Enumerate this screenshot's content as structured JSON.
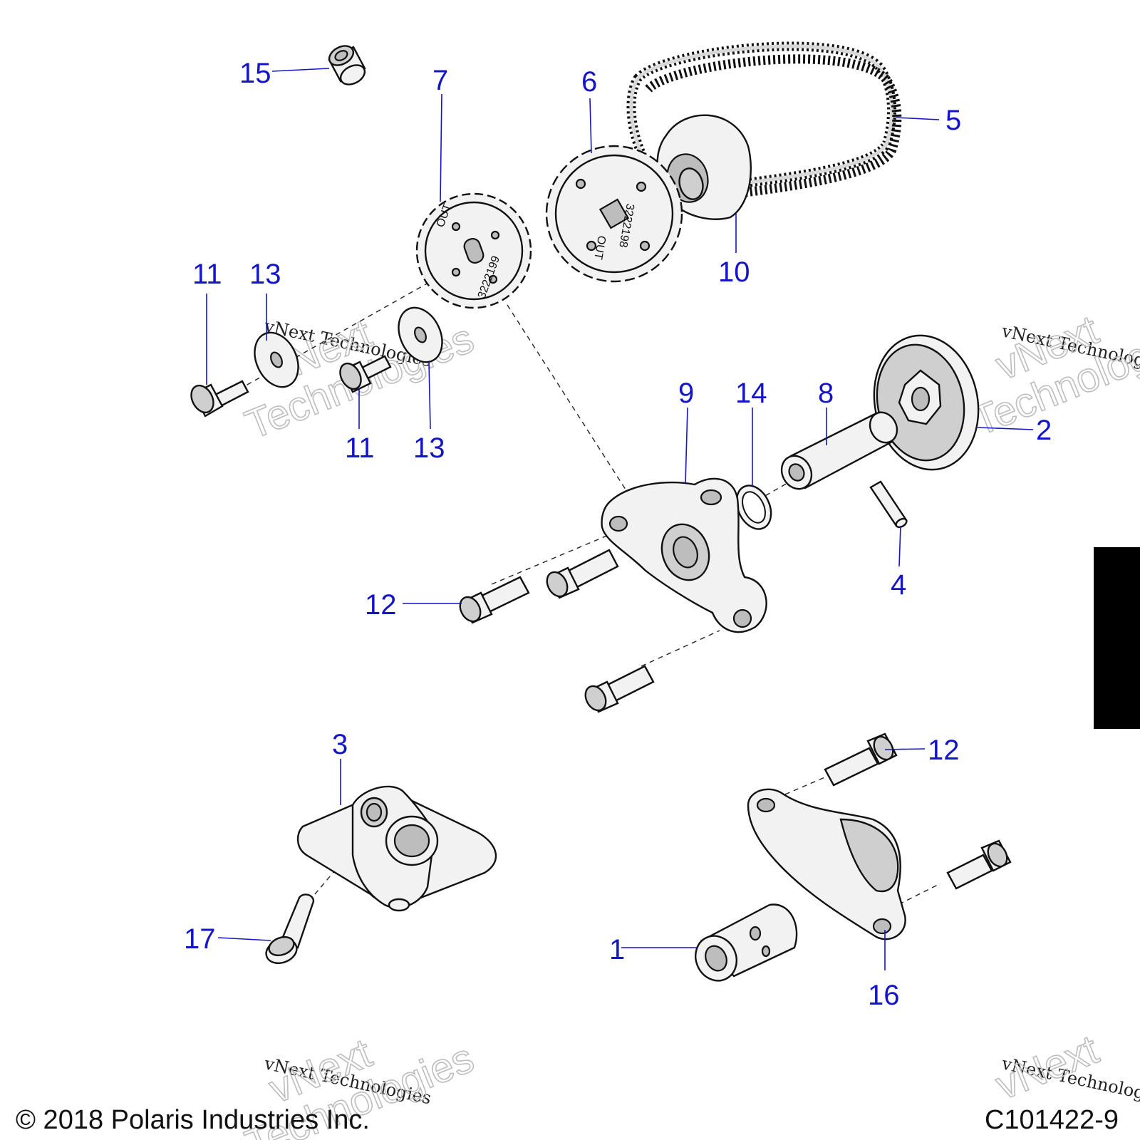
{
  "callouts": [
    {
      "id": "15",
      "label": "15"
    },
    {
      "id": "7",
      "label": "7"
    },
    {
      "id": "6",
      "label": "6"
    },
    {
      "id": "5",
      "label": "5"
    },
    {
      "id": "10",
      "label": "10"
    },
    {
      "id": "11a",
      "label": "11"
    },
    {
      "id": "13a",
      "label": "13"
    },
    {
      "id": "11b",
      "label": "11"
    },
    {
      "id": "13b",
      "label": "13"
    },
    {
      "id": "9",
      "label": "9"
    },
    {
      "id": "14",
      "label": "14"
    },
    {
      "id": "8",
      "label": "8"
    },
    {
      "id": "2",
      "label": "2"
    },
    {
      "id": "4",
      "label": "4"
    },
    {
      "id": "12a",
      "label": "12"
    },
    {
      "id": "3",
      "label": "3"
    },
    {
      "id": "12b",
      "label": "12"
    },
    {
      "id": "17",
      "label": "17"
    },
    {
      "id": "1",
      "label": "1"
    },
    {
      "id": "16",
      "label": "16"
    }
  ],
  "gear_markings": {
    "gear7_out": "OUT",
    "gear7_number": "3222199",
    "gear6_out": "OUT",
    "gear6_number": "3222198"
  },
  "watermark": {
    "line_small": "vNext Technologies",
    "line_big_1": "vNext",
    "line_big_2": "Technologies"
  },
  "footer": {
    "copyright": "© 2018 Polaris Industries Inc.",
    "figure_id": "C101422-9"
  },
  "colors": {
    "callout": "#1515c8",
    "line": "#111111",
    "fill": "#f2f2f2",
    "tab": "#000000"
  }
}
